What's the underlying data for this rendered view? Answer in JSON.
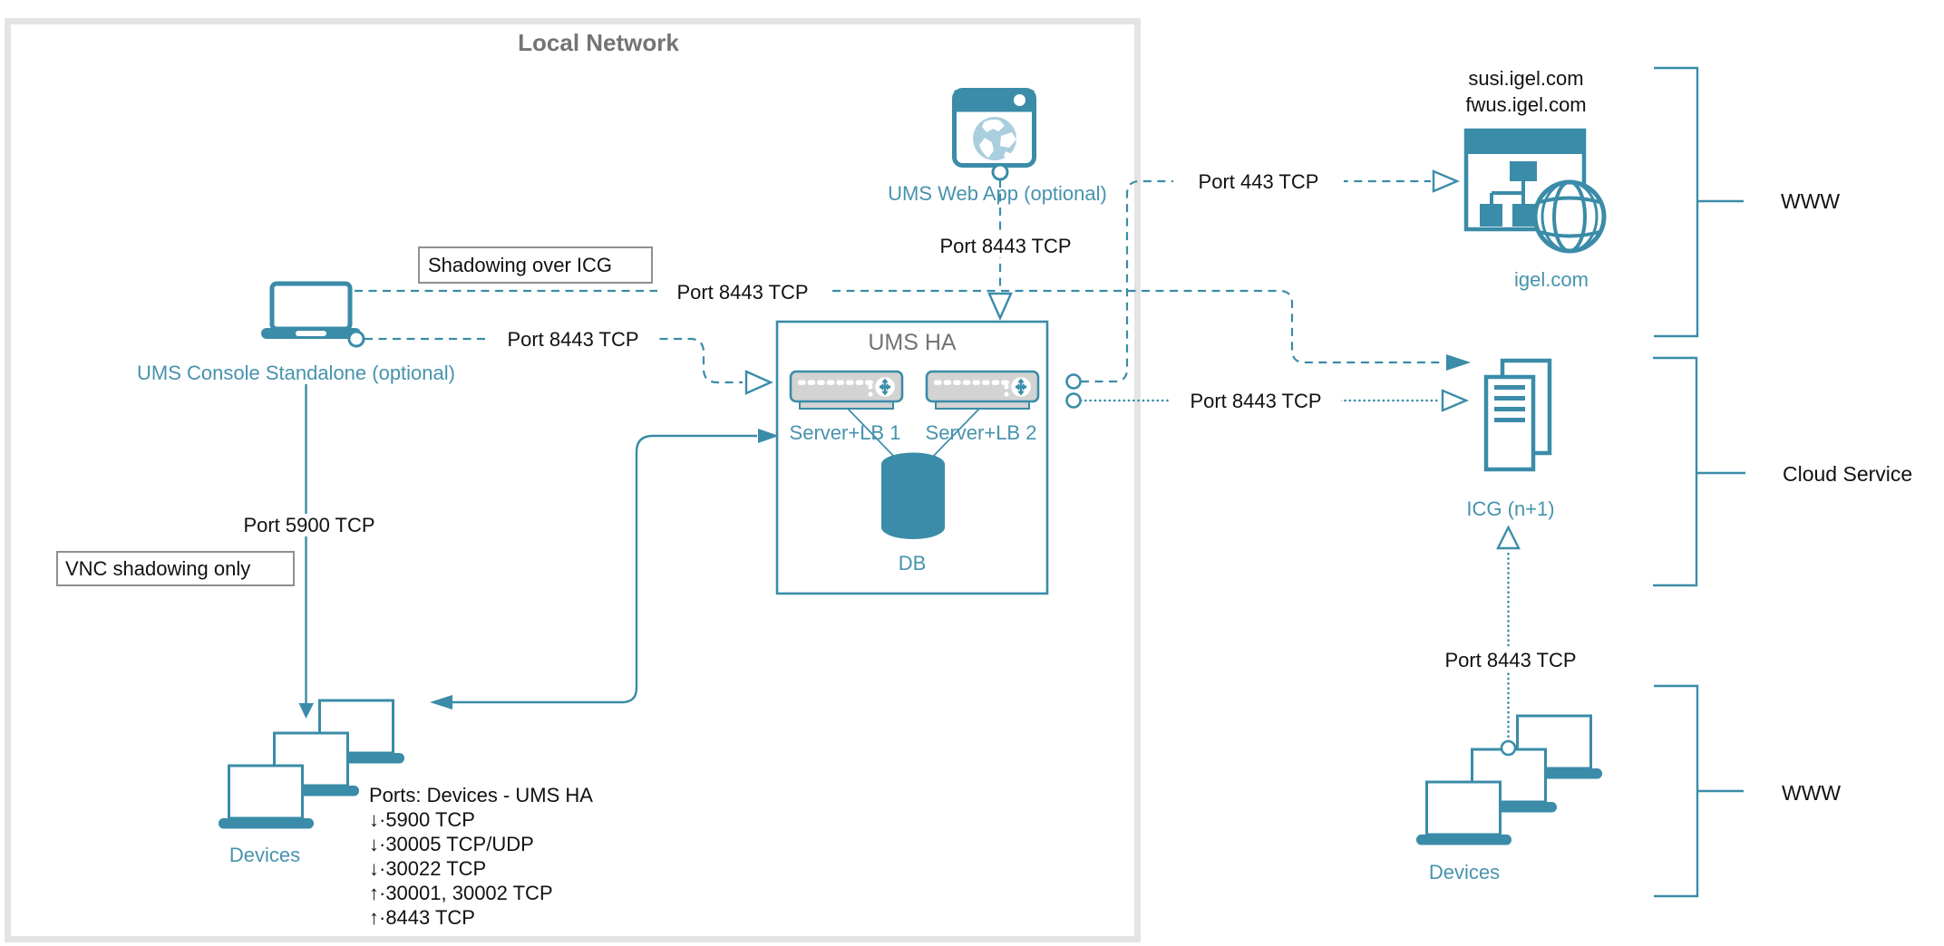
{
  "local_network": {
    "title": "Local Network"
  },
  "console": {
    "label": "UMS Console Standalone (optional)"
  },
  "web_app": {
    "label": "UMS Web App (optional)"
  },
  "ums_ha": {
    "title": "UMS HA",
    "server1": "Server+LB 1",
    "server2": "Server+LB 2",
    "db": "DB"
  },
  "labels": {
    "shadowing": "Shadowing over ICG",
    "vnc": "VNC shadowing only",
    "port_8443_console_icg": "Port 8443 TCP",
    "port_8443_console_ums": "Port 8443 TCP",
    "port_8443_webapp": "Port 8443 TCP",
    "port_443": "Port 443 TCP",
    "port_8443_ums_icg": "Port 8443 TCP",
    "port_5900": "Port 5900 TCP",
    "port_8443_devices_icg": "Port 8443 TCP"
  },
  "devices_left": {
    "label": "Devices"
  },
  "devices_right": {
    "label": "Devices"
  },
  "ports_block": {
    "title": "Ports: Devices - UMS HA",
    "lines": [
      "↓·5900 TCP",
      "↓·30005 TCP/UDP",
      "↓·30022 TCP",
      "↑·30001, 30002 TCP",
      "↑·8443 TCP"
    ]
  },
  "igel": {
    "domains": [
      "susi.igel.com",
      "fwus.igel.com"
    ],
    "label": "igel.com"
  },
  "icg": {
    "label": "ICG (n+1)"
  },
  "zones": {
    "www_top": "WWW",
    "cloud": "Cloud Service",
    "www_bottom": "WWW"
  },
  "colors": {
    "teal": "#3a8ca8",
    "teal_text": "#4793ad",
    "gray_text": "#747474",
    "server_fill": "#d3d3d3",
    "globe_fill": "#a9cedd",
    "frame_gray": "#e4e4e4"
  }
}
